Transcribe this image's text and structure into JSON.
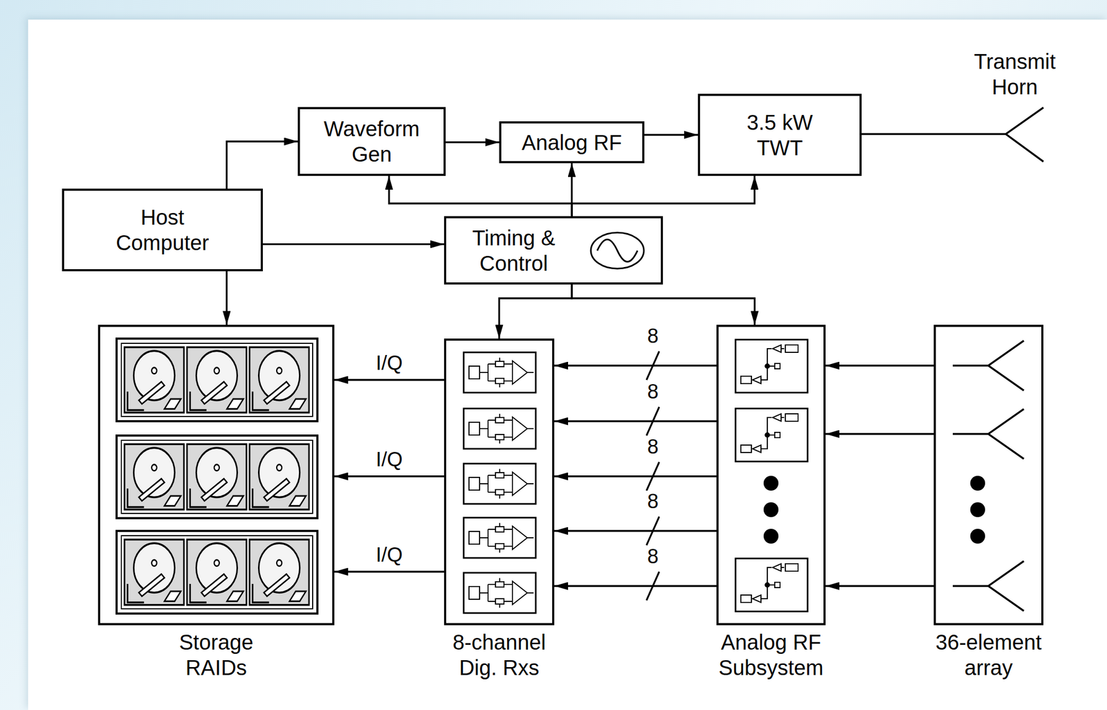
{
  "diagram": {
    "nodes": [
      {
        "text": [
          "Transmit Horn"
        ]
      },
      {
        "text": [
          "Waveform Gen"
        ]
      },
      {
        "text": [
          "Analog RF"
        ]
      },
      {
        "text": [
          "3.5 kW TWT"
        ]
      },
      {
        "text": [
          "Host Computer"
        ]
      },
      {
        "text": [
          "Timing & Control"
        ]
      },
      {
        "text": [
          "Storage RAIDs"
        ]
      },
      {
        "text": [
          "8-channel Dig. Rxs"
        ]
      },
      {
        "text": [
          "Analog RF Subsystem"
        ]
      },
      {
        "text": [
          "36-element array"
        ]
      }
    ],
    "edges": [
      {
        "from": 4,
        "to": 1,
        "arrow": "to"
      },
      {
        "from": 1,
        "to": 2,
        "arrow": "to"
      },
      {
        "from": 2,
        "to": 3,
        "arrow": "to"
      },
      {
        "from": 3,
        "to": 0,
        "arrow": "none"
      },
      {
        "from": 4,
        "to": 5,
        "arrow": "to"
      },
      {
        "from": 5,
        "to": 1,
        "arrow": "to"
      },
      {
        "from": 5,
        "to": 2,
        "arrow": "to"
      },
      {
        "from": 5,
        "to": 3,
        "arrow": "to"
      },
      {
        "from": 5,
        "to": 7,
        "arrow": "to"
      },
      {
        "from": 5,
        "to": 8,
        "arrow": "to"
      },
      {
        "from": 4,
        "to": 6,
        "arrow": "to"
      },
      {
        "from": 7,
        "to": 6,
        "label": "I/Q",
        "arrow": "to"
      },
      {
        "from": 7,
        "to": 6,
        "label": "I/Q",
        "arrow": "to"
      },
      {
        "from": 7,
        "to": 6,
        "label": "I/Q",
        "arrow": "to"
      },
      {
        "from": 8,
        "to": 7,
        "label": "8",
        "arrow": "to"
      },
      {
        "from": 8,
        "to": 7,
        "label": "8",
        "arrow": "to"
      },
      {
        "from": 8,
        "to": 7,
        "label": "8",
        "arrow": "to"
      },
      {
        "from": 8,
        "to": 7,
        "label": "8",
        "arrow": "to"
      },
      {
        "from": 8,
        "to": 7,
        "label": "8",
        "arrow": "to"
      },
      {
        "from": 9,
        "to": 8,
        "arrow": "to"
      },
      {
        "from": 9,
        "to": 8,
        "arrow": "to"
      },
      {
        "from": 9,
        "to": 8,
        "arrow": "to"
      }
    ]
  }
}
